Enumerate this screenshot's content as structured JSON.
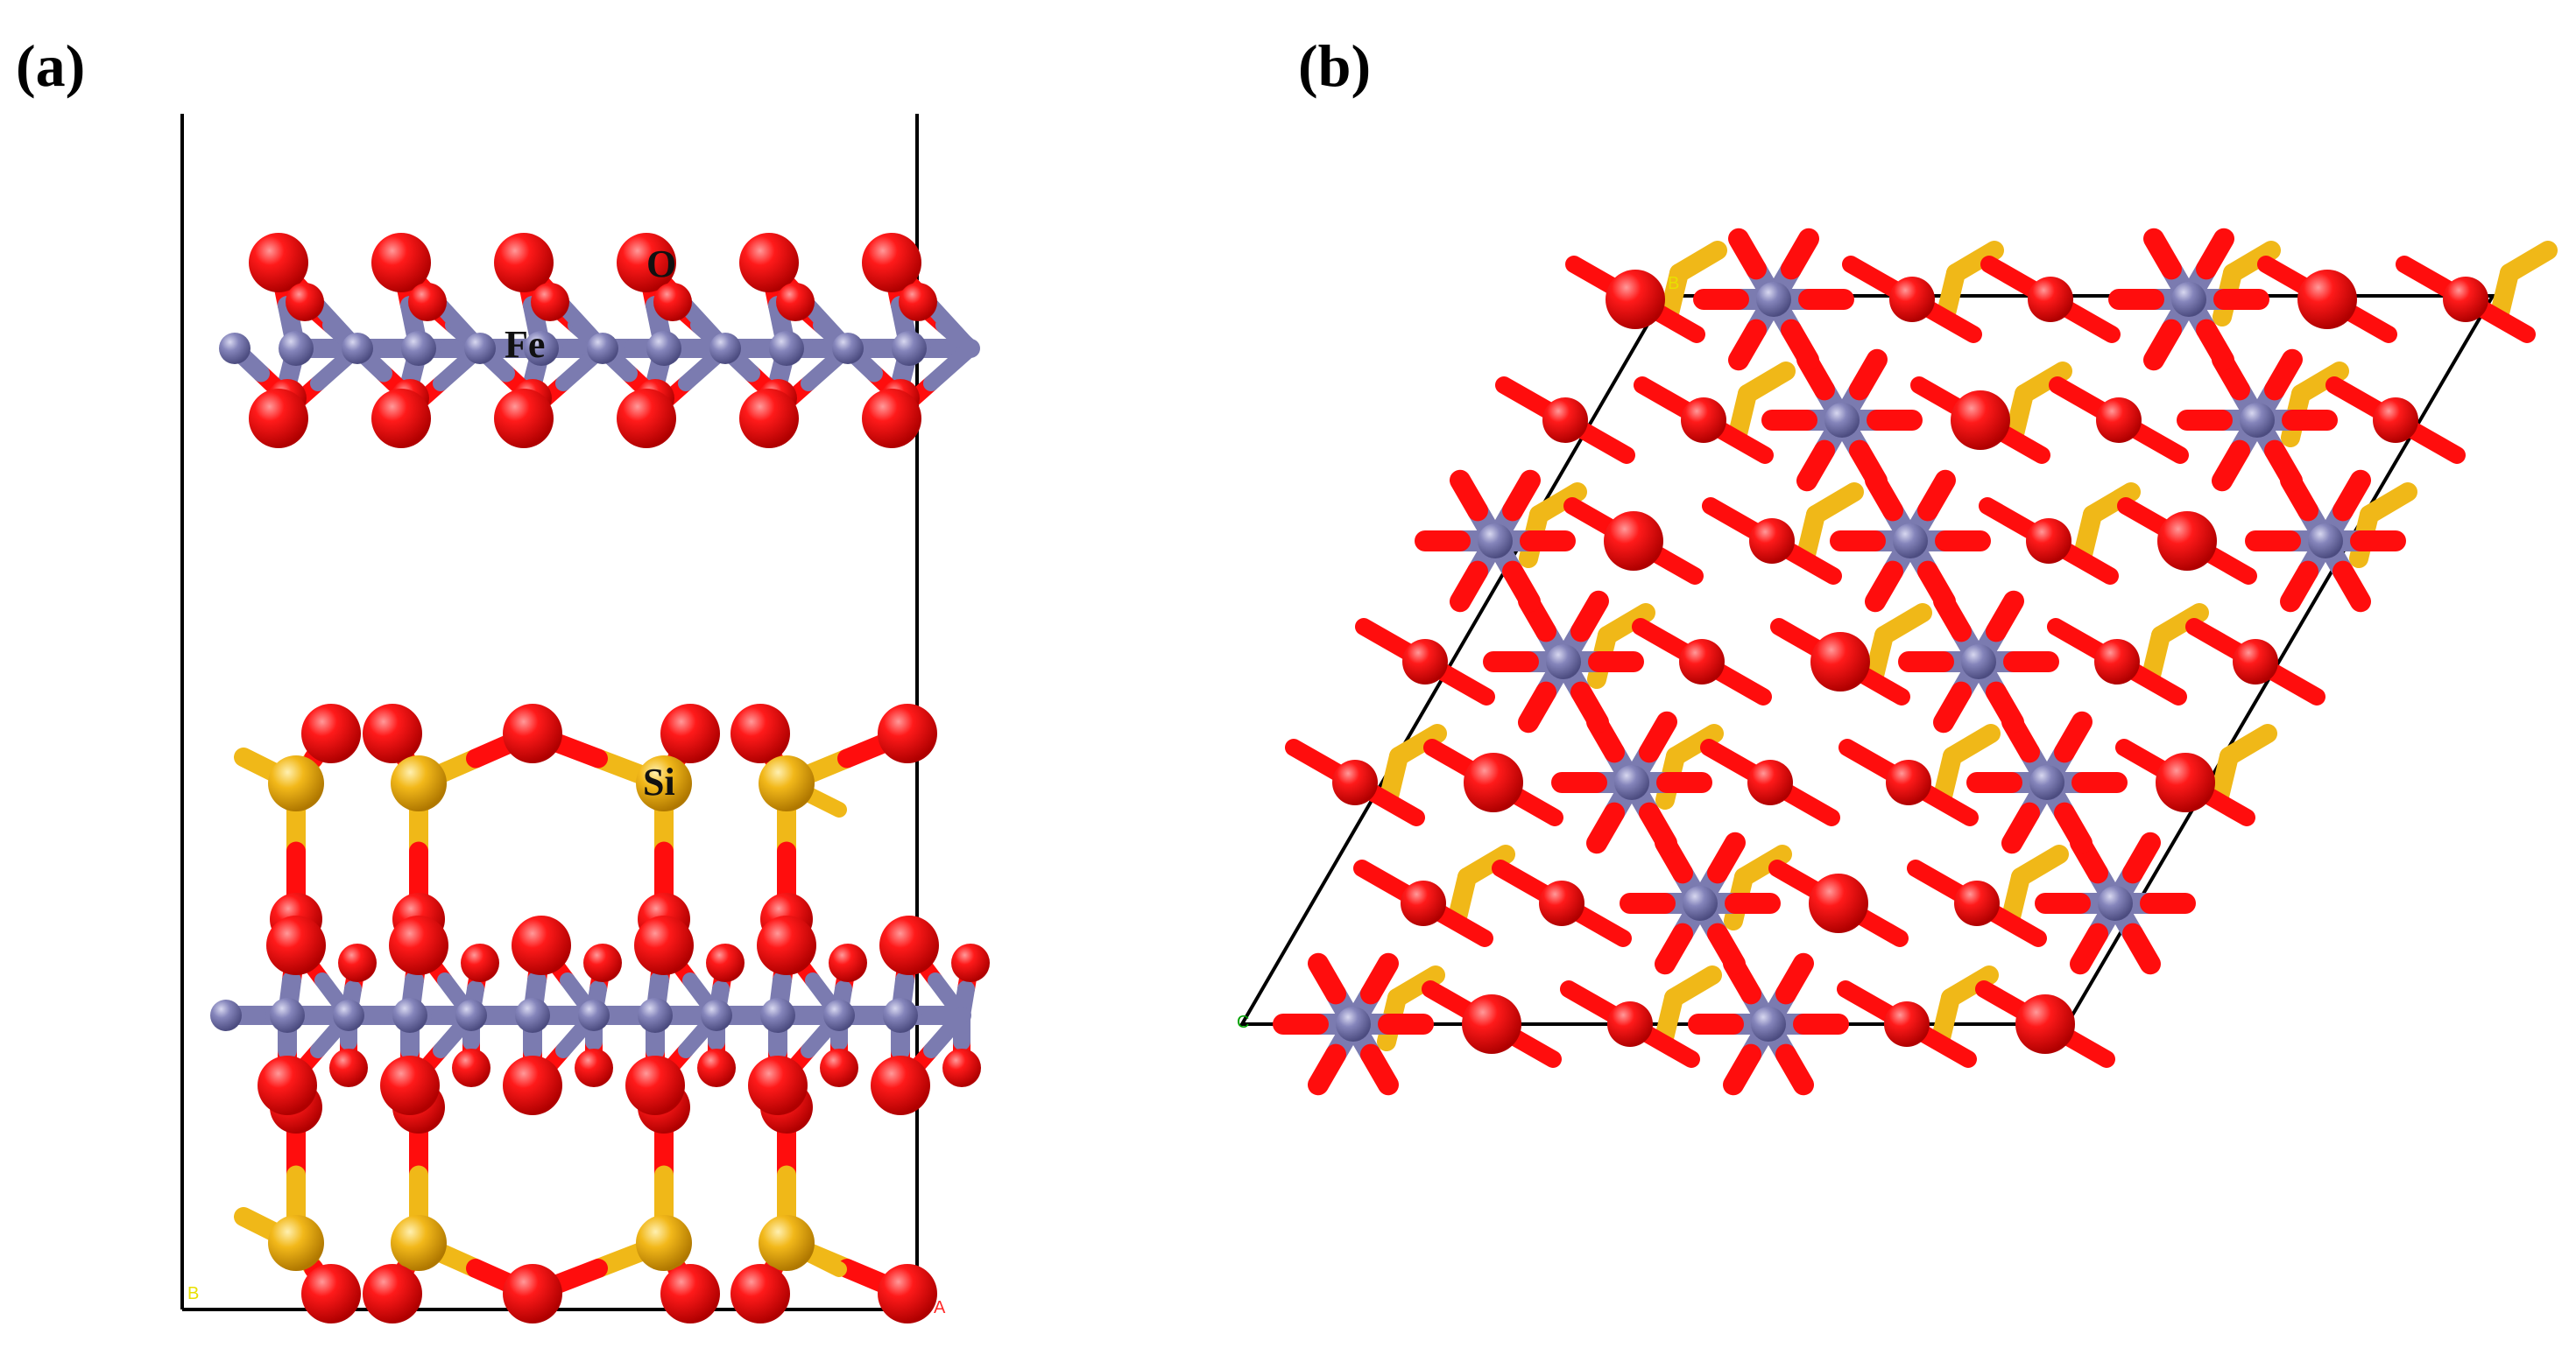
{
  "figure": {
    "panel_a_label": "(a)",
    "panel_b_label": "(b)"
  },
  "panel_a": {
    "atom_labels": {
      "oxygen": "O",
      "iron": "Fe",
      "silicon": "Si"
    },
    "axis_labels": {
      "b": "B",
      "a": "A"
    }
  },
  "panel_b": {
    "axis_labels": {
      "b": "B",
      "c": "C"
    }
  },
  "colors": {
    "oxygen": "#ff0d0d",
    "iron": "#7b7bb0",
    "silicon": "#f0b818",
    "cell": "#000000"
  }
}
